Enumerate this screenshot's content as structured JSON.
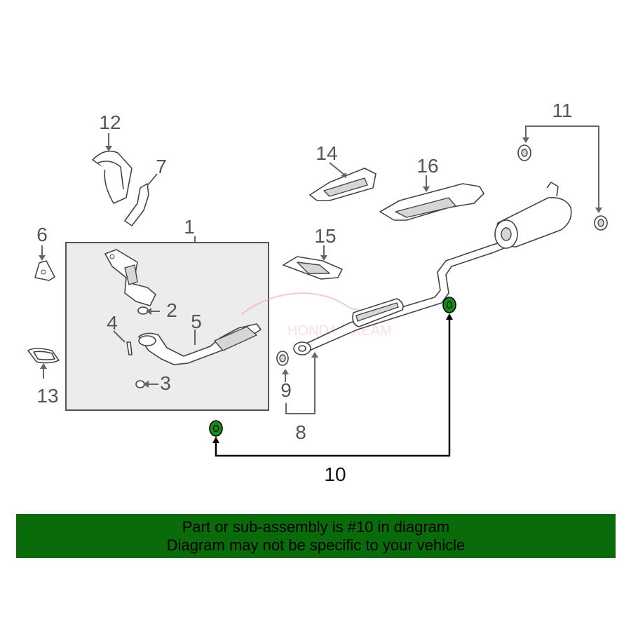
{
  "callouts": {
    "c1": "1",
    "c2": "2",
    "c3": "3",
    "c4": "4",
    "c5": "5",
    "c6": "6",
    "c7": "7",
    "c8": "8",
    "c9": "9",
    "c10": "10",
    "c11": "11",
    "c12": "12",
    "c13": "13",
    "c14": "14",
    "c15": "15",
    "c16": "16"
  },
  "watermark": "HONDA DREAM",
  "banner": {
    "line1": "Part or sub-assembly is #10 in diagram",
    "line2": "Diagram may not be specific to your vehicle"
  },
  "colors": {
    "highlight": "#1a8a1a",
    "banner_bg": "#0a6b0a",
    "group_box": "#ececec"
  }
}
